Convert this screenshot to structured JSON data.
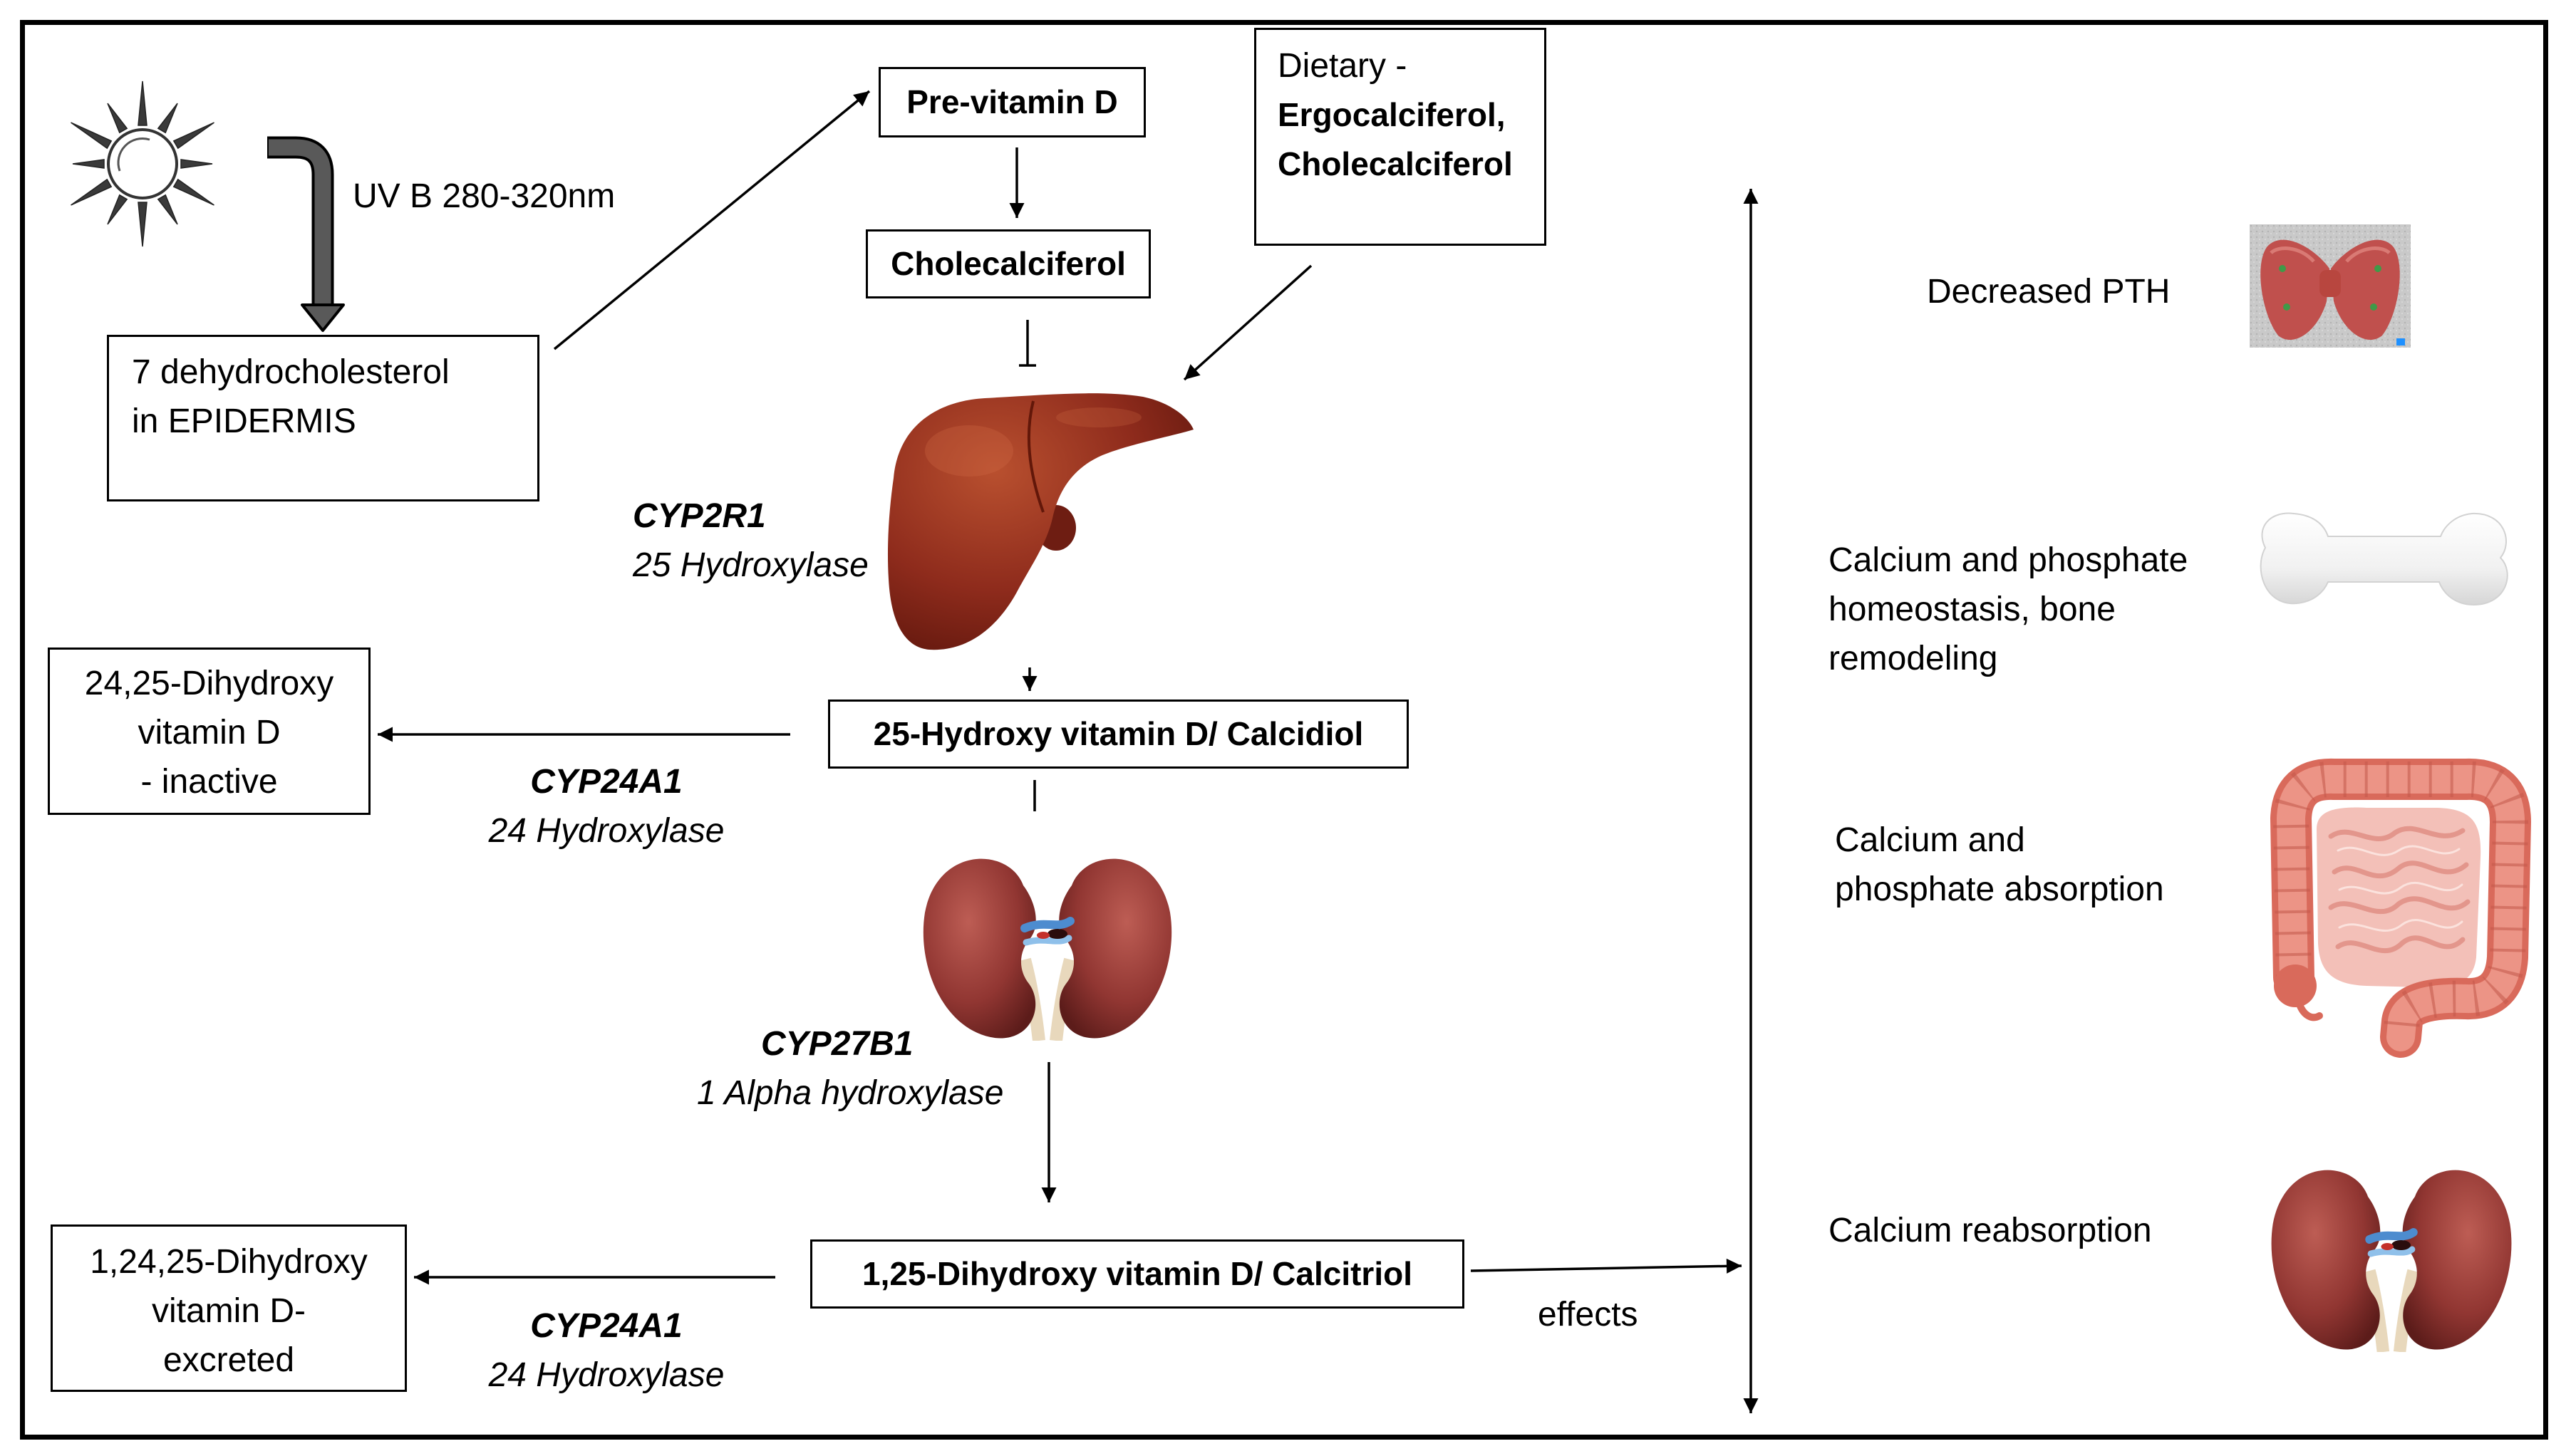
{
  "diagram": {
    "sunlight": {
      "uv_label": "UV B 280-320nm",
      "icon": "sun-icon"
    },
    "skin_precursor": {
      "line1": "7 dehydrocholesterol",
      "line2": "in EPIDERMIS"
    },
    "previtamin_d": "Pre-vitamin D",
    "cholecalciferol": "Cholecalciferol",
    "dietary": {
      "line1": "Dietary -",
      "line2": "Ergocalciferol,",
      "line3": "Cholecalciferol"
    },
    "liver_step": {
      "icon": "liver-icon",
      "enzyme_gene": "CYP2R1",
      "enzyme_name": "25 Hydroxylase"
    },
    "calcidiol": "25-Hydroxy vitamin D/ Calcidiol",
    "inactivation": {
      "line1": "24,25-Dihydroxy",
      "line2": "vitamin D",
      "line3": "- inactive",
      "enzyme_gene": "CYP24A1",
      "enzyme_name": "24 Hydroxylase"
    },
    "kidney_step": {
      "icon": "kidney-icon",
      "enzyme_gene": "CYP27B1",
      "enzyme_name": "1 Alpha hydroxylase"
    },
    "calcitriol": "1,25-Dihydroxy vitamin D/ Calcitriol",
    "excretion": {
      "line1": "1,24,25-Dihydroxy",
      "line2": "vitamin D-",
      "line3": "excreted",
      "enzyme_gene": "CYP24A1",
      "enzyme_name": "24 Hydroxylase"
    },
    "effects_label": "effects"
  },
  "effects": [
    {
      "lines": [
        "Decreased PTH"
      ],
      "icon": "thyroid-icon"
    },
    {
      "lines": [
        "Calcium and phosphate",
        "homeostasis, bone",
        "remodeling"
      ],
      "icon": "bone-icon"
    },
    {
      "lines": [
        "Calcium and",
        "phosphate absorption"
      ],
      "icon": "intestine-icon"
    },
    {
      "lines": [
        "Calcium reabsorption"
      ],
      "icon": "kidney-icon"
    }
  ],
  "colors": {
    "line": "#000000",
    "uv_arrow": "#595959",
    "liver": "#8e2b1c",
    "kidney": "#9a3a34",
    "thyroid": "#c0504d",
    "intestine": "#e07c6c",
    "bone": "#f4f4f4"
  }
}
